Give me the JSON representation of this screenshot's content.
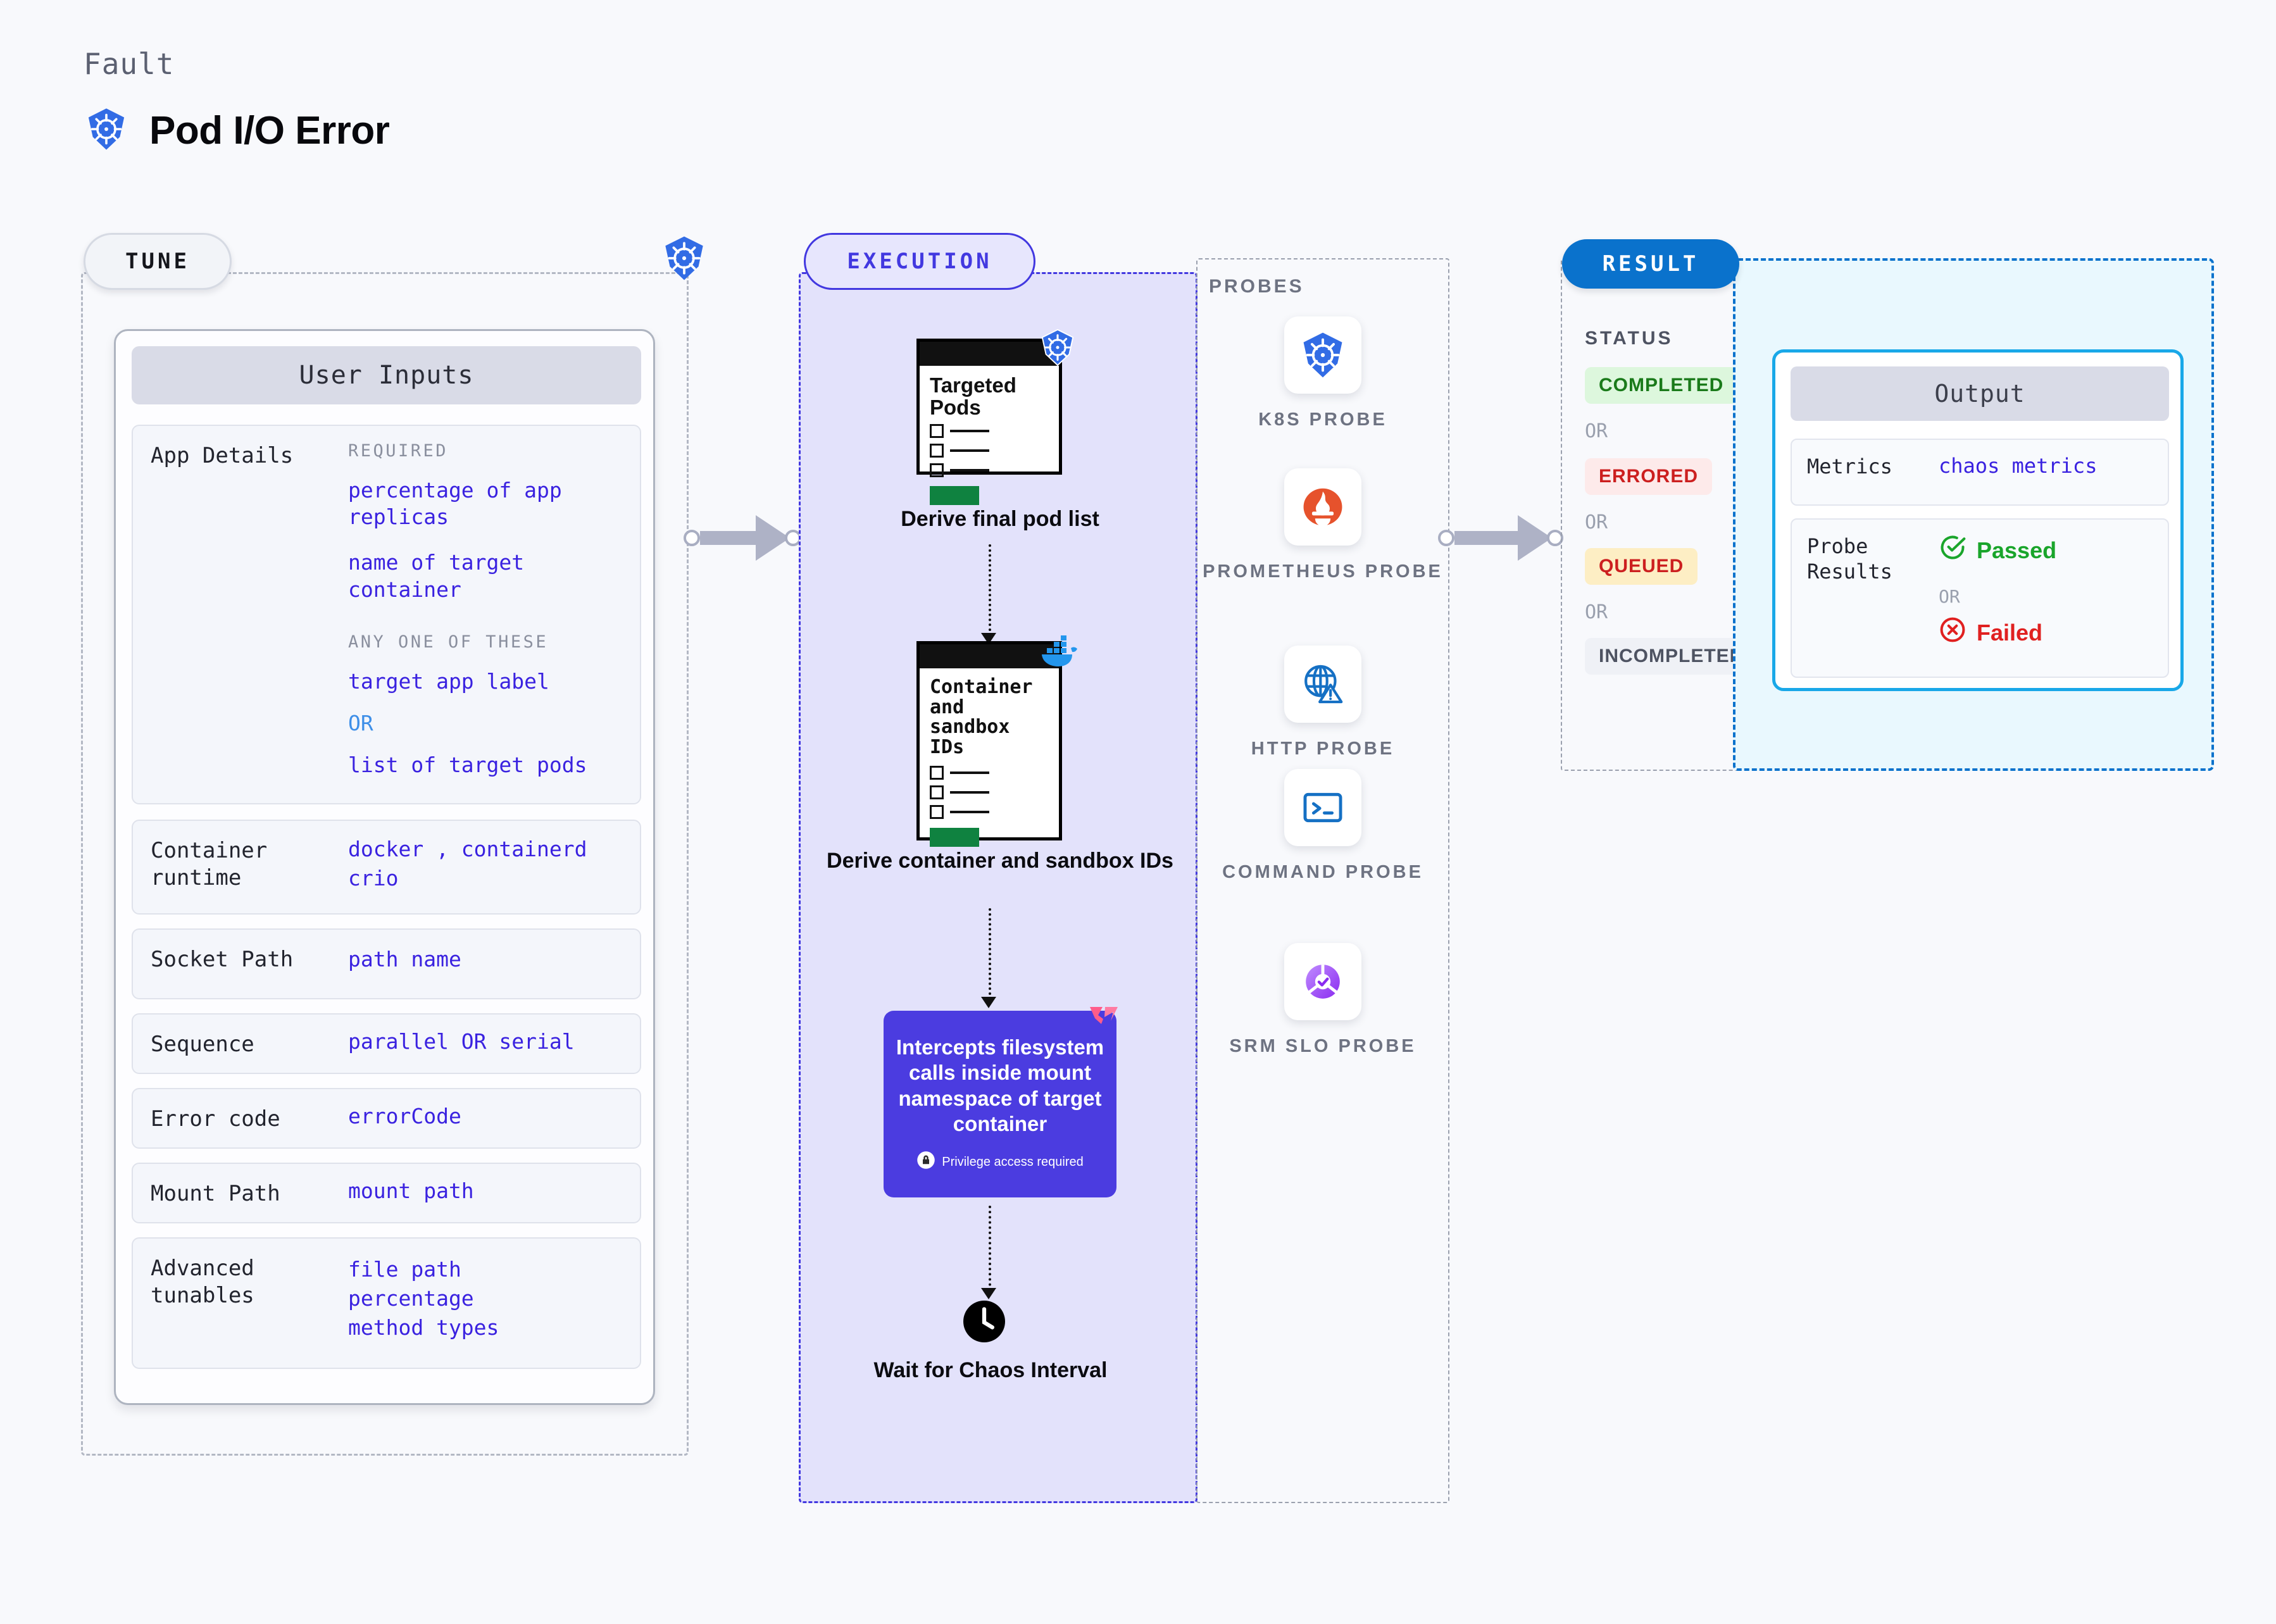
{
  "header": {
    "eyebrow": "Fault",
    "title": "Pod I/O Error",
    "icon": "kubernetes-icon"
  },
  "tune": {
    "pill": "TUNE",
    "badge_icon": "kubernetes-icon",
    "card_title": "User Inputs",
    "rows": [
      {
        "label": "App Details",
        "groups": [
          {
            "caption": "REQUIRED",
            "values": [
              "percentage of app replicas",
              "name of target container"
            ]
          },
          {
            "caption": "ANY ONE OF THESE",
            "values": [
              "target app label",
              "OR",
              "list of target pods"
            ]
          }
        ]
      },
      {
        "label": "Container\nruntime",
        "groups": [
          {
            "caption": "",
            "values": [
              "docker , containerd",
              "crio"
            ]
          }
        ]
      },
      {
        "label": "Socket Path",
        "groups": [
          {
            "caption": "",
            "values": [
              "path name"
            ]
          }
        ]
      },
      {
        "label": "Sequence",
        "groups": [
          {
            "caption": "",
            "values": [
              "parallel OR serial"
            ]
          }
        ]
      },
      {
        "label": "Error code",
        "groups": [
          {
            "caption": "",
            "values": [
              "errorCode"
            ]
          }
        ]
      },
      {
        "label": "Mount Path",
        "groups": [
          {
            "caption": "",
            "values": [
              "mount path"
            ]
          }
        ]
      },
      {
        "label": "Advanced\ntunables",
        "groups": [
          {
            "caption": "",
            "values": [
              "file path",
              "percentage",
              "method types"
            ]
          }
        ]
      }
    ]
  },
  "execution": {
    "pill": "EXECUTION",
    "steps": [
      {
        "card_title": "Targeted Pods",
        "caption": "Derive final pod list",
        "badge_icon": "kubernetes-icon"
      },
      {
        "card_title": "Container and sandbox IDs",
        "caption": "Derive container and sandbox IDs",
        "badge_icon": "docker-icon"
      }
    ],
    "intercept": {
      "text": "Intercepts filesystem calls inside mount namespace of target container",
      "note": "Privilege access required",
      "note_icon": "lock-icon",
      "corner_icon": "litmus-icon"
    },
    "wait": {
      "caption": "Wait for Chaos Interval",
      "icon": "clock-icon"
    }
  },
  "probes": {
    "label": "PROBES",
    "items": [
      {
        "name": "K8S PROBE",
        "icon": "kubernetes-icon"
      },
      {
        "name": "PROMETHEUS PROBE",
        "icon": "prometheus-icon"
      },
      {
        "name": "HTTP PROBE",
        "icon": "globe-warning-icon"
      },
      {
        "name": "COMMAND PROBE",
        "icon": "terminal-icon"
      },
      {
        "name": "SRM SLO PROBE",
        "icon": "srm-slo-icon"
      }
    ]
  },
  "result": {
    "pill": "RESULT",
    "status_label": "STATUS",
    "statuses": [
      {
        "text": "COMPLETED",
        "bg": "#ddf7dd",
        "fg": "#1a7a1a"
      },
      {
        "text": "ERRORED",
        "bg": "#fdeaea",
        "fg": "#cc1f1f"
      },
      {
        "text": "QUEUED",
        "bg": "#fdeec4",
        "fg": "#cc1f1f"
      },
      {
        "text": "INCOMPLETED",
        "bg": "#eff1f6",
        "fg": "#4e5362"
      }
    ],
    "or": "OR",
    "output": {
      "title": "Output",
      "metrics_label": "Metrics",
      "metrics_value": "chaos metrics",
      "probe_label": "Probe\nResults",
      "passed": "Passed",
      "failed": "Failed",
      "or": "OR"
    }
  },
  "colors": {
    "accent_purple": "#4238e0",
    "accent_blue": "#0a72cc",
    "value_blue": "#3a22e0",
    "pass_green": "#1aa52b",
    "fail_red": "#e02020"
  }
}
